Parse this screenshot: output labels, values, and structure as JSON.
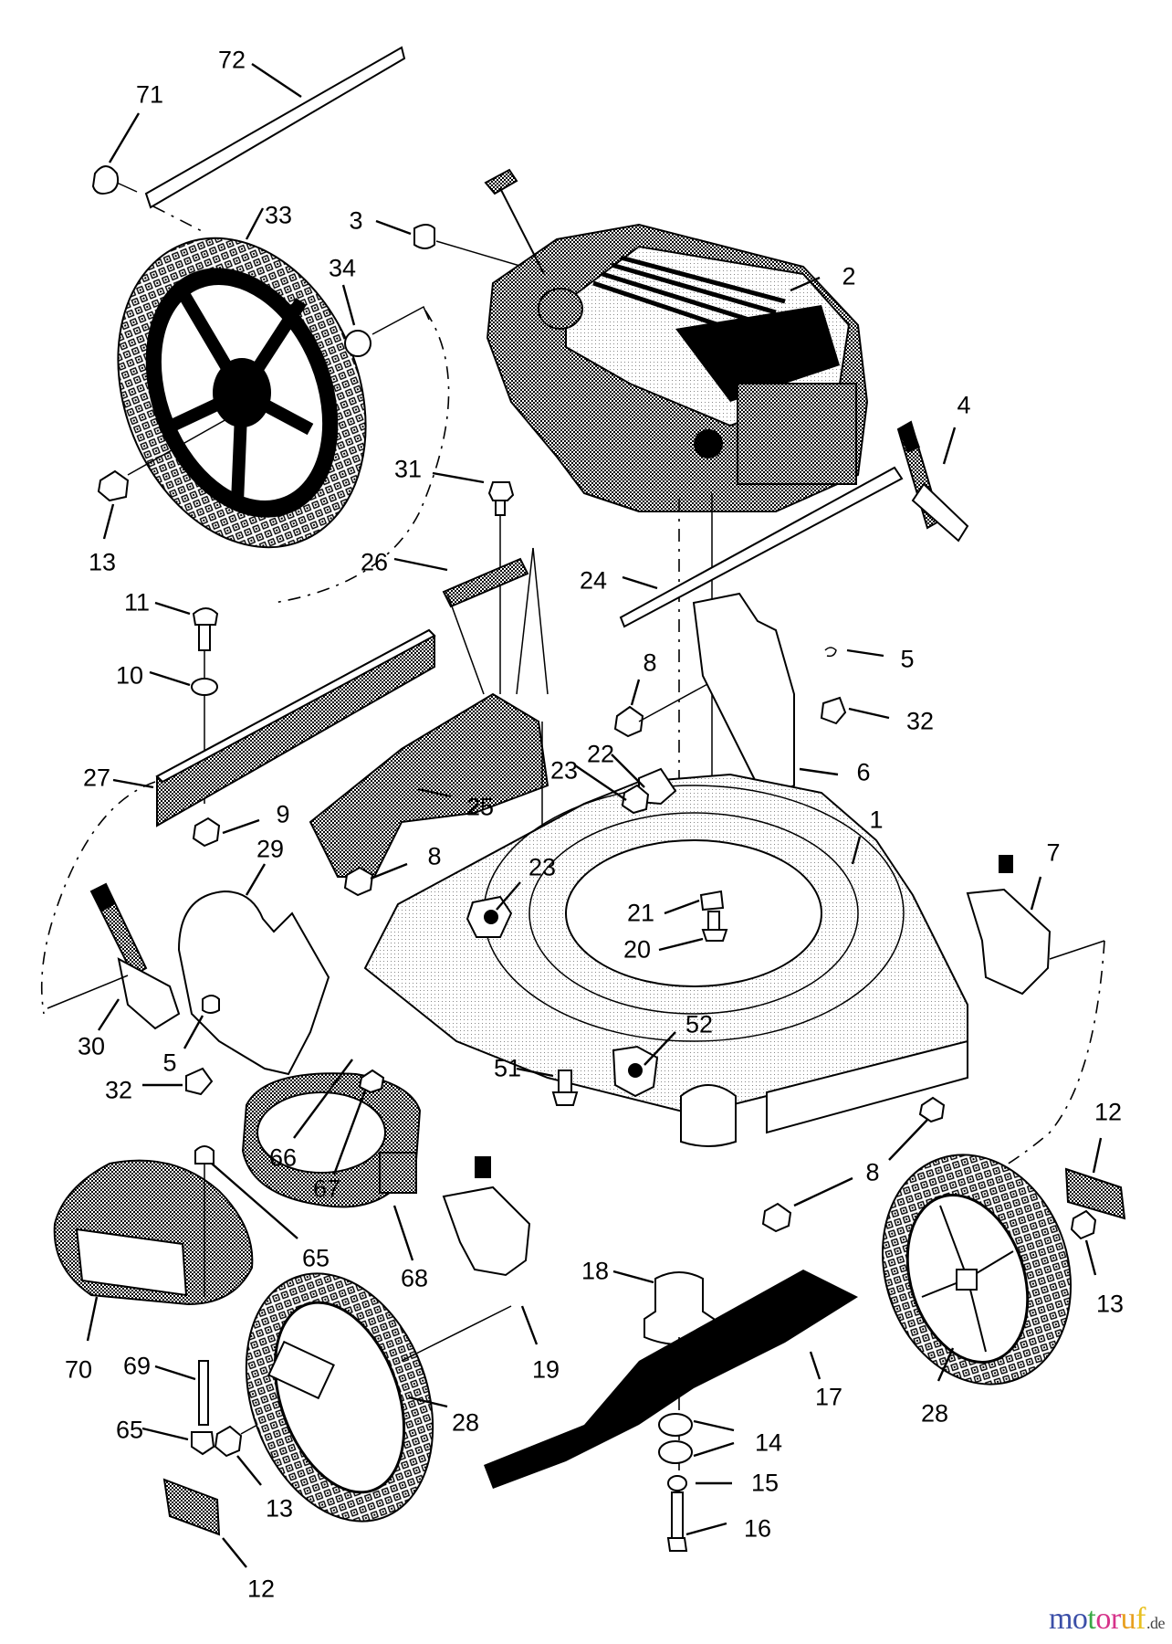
{
  "diagram": {
    "title": "Lawn mower exploded parts diagram",
    "callouts": [
      {
        "id": "c72",
        "label": "72",
        "part": "handle-bar"
      },
      {
        "id": "c71",
        "label": "71",
        "part": "handle-knob"
      },
      {
        "id": "c33",
        "label": "33",
        "part": "rear-wheel-left"
      },
      {
        "id": "c3",
        "label": "3",
        "part": "cable-clip"
      },
      {
        "id": "c34",
        "label": "34",
        "part": "hub-cap"
      },
      {
        "id": "c2",
        "label": "2",
        "part": "engine"
      },
      {
        "id": "c4",
        "label": "4",
        "part": "height-adjuster-rear-right"
      },
      {
        "id": "c31",
        "label": "31",
        "part": "bolt"
      },
      {
        "id": "c13a",
        "label": "13",
        "part": "wheel-nut-rear-left"
      },
      {
        "id": "c26",
        "label": "26",
        "part": "spring"
      },
      {
        "id": "c24",
        "label": "24",
        "part": "rear-axle"
      },
      {
        "id": "c11",
        "label": "11",
        "part": "screw"
      },
      {
        "id": "c8a",
        "label": "8",
        "part": "nut"
      },
      {
        "id": "c5a",
        "label": "5",
        "part": "spring-clip-right"
      },
      {
        "id": "c10",
        "label": "10",
        "part": "washer"
      },
      {
        "id": "c32a",
        "label": "32",
        "part": "shoulder-bolt-right"
      },
      {
        "id": "c23a",
        "label": "23",
        "part": "nut-upper"
      },
      {
        "id": "c22",
        "label": "22",
        "part": "cable-guide"
      },
      {
        "id": "c6",
        "label": "6",
        "part": "height-adjuster-bracket-right"
      },
      {
        "id": "c27",
        "label": "27",
        "part": "rear-flap"
      },
      {
        "id": "c25",
        "label": "25",
        "part": "rear-deflector"
      },
      {
        "id": "c9",
        "label": "9",
        "part": "lock-nut"
      },
      {
        "id": "c1",
        "label": "1",
        "part": "mower-deck"
      },
      {
        "id": "c29",
        "label": "29",
        "part": "height-adjuster-bracket-left"
      },
      {
        "id": "c8b",
        "label": "8",
        "part": "nut-left"
      },
      {
        "id": "c23b",
        "label": "23",
        "part": "nut-center"
      },
      {
        "id": "c7",
        "label": "7",
        "part": "height-adjuster-front-right"
      },
      {
        "id": "c21",
        "label": "21",
        "part": "cable-bracket"
      },
      {
        "id": "c20",
        "label": "20",
        "part": "bolt-center"
      },
      {
        "id": "c30",
        "label": "30",
        "part": "height-adjuster-front-left"
      },
      {
        "id": "c5b",
        "label": "5",
        "part": "spring-clip-left"
      },
      {
        "id": "c52",
        "label": "52",
        "part": "screw-52"
      },
      {
        "id": "c32b",
        "label": "32",
        "part": "shoulder-bolt-left"
      },
      {
        "id": "c51",
        "label": "51",
        "part": "bolt-51"
      },
      {
        "id": "c12a",
        "label": "12",
        "part": "hub-cap-front-right"
      },
      {
        "id": "c66",
        "label": "66",
        "part": "side-discharge-chute"
      },
      {
        "id": "c67",
        "label": "67",
        "part": "nut-67"
      },
      {
        "id": "c8c",
        "label": "8",
        "part": "nut-front-right"
      },
      {
        "id": "c65a",
        "label": "65",
        "part": "screw-65-upper"
      },
      {
        "id": "c68",
        "label": "68",
        "part": "hinge-68"
      },
      {
        "id": "c18",
        "label": "18",
        "part": "blade-adapter"
      },
      {
        "id": "c13b",
        "label": "13",
        "part": "wheel-nut-front-right"
      },
      {
        "id": "c70",
        "label": "70",
        "part": "mulch-plug"
      },
      {
        "id": "c19",
        "label": "19",
        "part": "height-adjuster-front-center"
      },
      {
        "id": "c17",
        "label": "17",
        "part": "blade"
      },
      {
        "id": "c28a",
        "label": "28",
        "part": "front-wheel-right"
      },
      {
        "id": "c69",
        "label": "69",
        "part": "hinge-rod"
      },
      {
        "id": "c28b",
        "label": "28",
        "part": "front-wheel-left"
      },
      {
        "id": "c65b",
        "label": "65",
        "part": "screw-65-lower"
      },
      {
        "id": "c14",
        "label": "14",
        "part": "washers"
      },
      {
        "id": "c15",
        "label": "15",
        "part": "lock-washer"
      },
      {
        "id": "c13c",
        "label": "13",
        "part": "wheel-nut-front-left"
      },
      {
        "id": "c16",
        "label": "16",
        "part": "blade-bolt"
      },
      {
        "id": "c12b",
        "label": "12",
        "part": "hub-cap-front-left"
      }
    ]
  },
  "watermark": {
    "letters": [
      "m",
      "o",
      "t",
      "o",
      "r",
      "u",
      "f"
    ],
    "colors": [
      "#3b4fa8",
      "#3b4fa8",
      "#3aa845",
      "#d6338a",
      "#d6338a",
      "#e8a020",
      "#e8c020"
    ],
    "tld": ".de"
  }
}
